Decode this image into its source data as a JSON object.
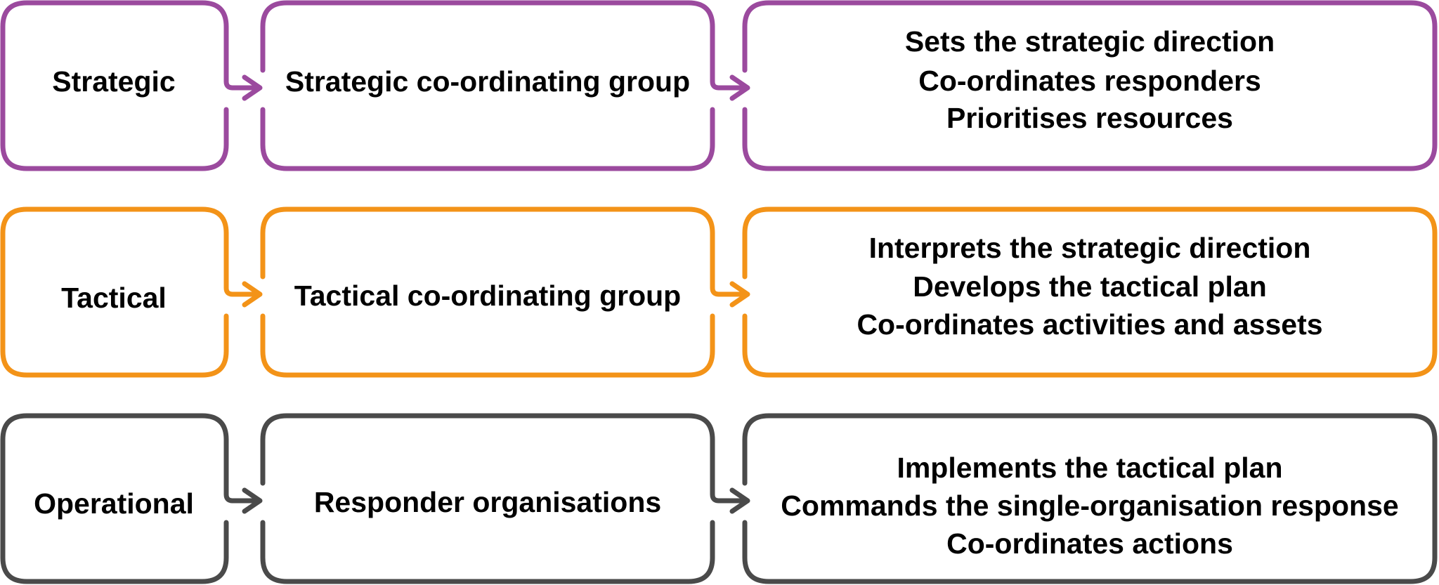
{
  "colors": {
    "strategic": "#9b4a9e",
    "tactical": "#f39318",
    "operational": "#4a4a4a"
  },
  "rows": [
    {
      "key": "strategic",
      "level": "Strategic",
      "group": "Strategic co-ordinating group",
      "roles": [
        "Sets the strategic direction",
        "Co-ordinates responders",
        "Prioritises resources"
      ]
    },
    {
      "key": "tactical",
      "level": "Tactical",
      "group": "Tactical co-ordinating group",
      "roles": [
        "Interprets the strategic direction",
        "Develops the tactical plan",
        "Co-ordinates activities and assets"
      ]
    },
    {
      "key": "operational",
      "level": "Operational",
      "group": "Responder organisations",
      "roles": [
        "Implements the tactical plan",
        "Commands the single-organisation response",
        "Co-ordinates actions"
      ]
    }
  ]
}
